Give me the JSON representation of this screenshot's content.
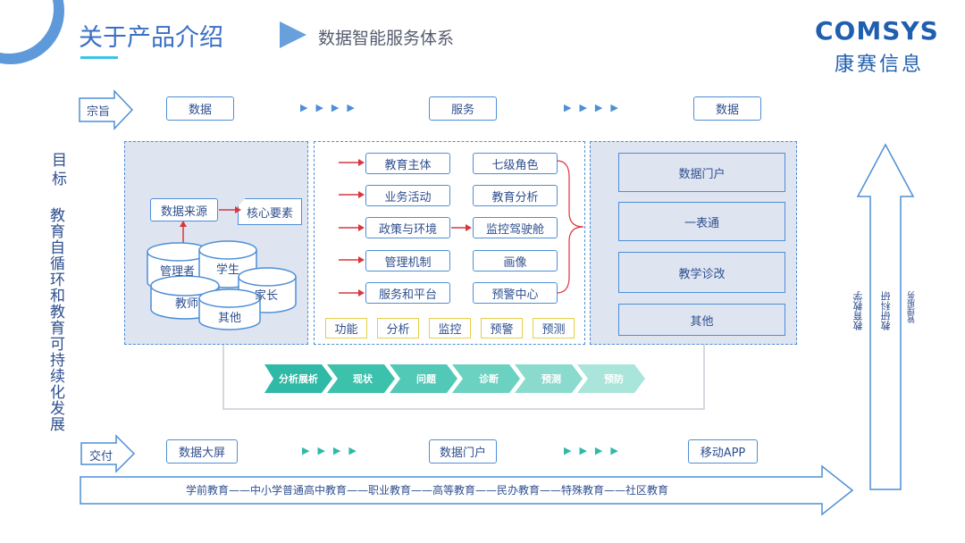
{
  "header": {
    "title": "关于产品介绍",
    "subtitle": "数据智能服务体系",
    "logo_text": "COMSYS",
    "logo_cn": "康赛信息"
  },
  "row_top": {
    "label": "宗旨",
    "items": [
      "数据",
      "服务",
      "数据"
    ]
  },
  "left_vertical": {
    "line1": "目标",
    "line2": "教育自循环和教育可持续化发展"
  },
  "data_panel": {
    "source": "数据来源",
    "core": "核心要素",
    "cylinders": [
      "管理者",
      "学生",
      "教师",
      "家长",
      "其他"
    ]
  },
  "middle_panel": {
    "left_items": [
      "教育主体",
      "业务活动",
      "政策与环境",
      "管理机制",
      "服务和平台"
    ],
    "right_items": [
      "七级角色",
      "教育分析",
      "监控驾驶舱",
      "画像",
      "预警中心"
    ],
    "functions": [
      "功能",
      "分析",
      "监控",
      "预警",
      "预测"
    ]
  },
  "right_panel": {
    "items": [
      "数据门户",
      "一表通",
      "教学诊改",
      "其他"
    ]
  },
  "chevrons": [
    "分析展析",
    "现状",
    "问题",
    "诊断",
    "预测",
    "预防"
  ],
  "row_bottom": {
    "label": "交付",
    "items": [
      "数据大屏",
      "数据门户",
      "移动APP"
    ]
  },
  "big_arrow_text": "学前教育——中小学普通高中教育——职业教育——高等教育——民办教育——特殊教育——社区教育",
  "right_arrow": {
    "labels": [
      "教育教学",
      "教研科研",
      "管理服务"
    ]
  },
  "colors": {
    "primary": "#4d8fd6",
    "dark_text": "#2f4f8f",
    "teal": "#2fb9a6",
    "red": "#d9363e",
    "yellow": "#e6cf45",
    "panel_grey": "#dfe4f1"
  }
}
